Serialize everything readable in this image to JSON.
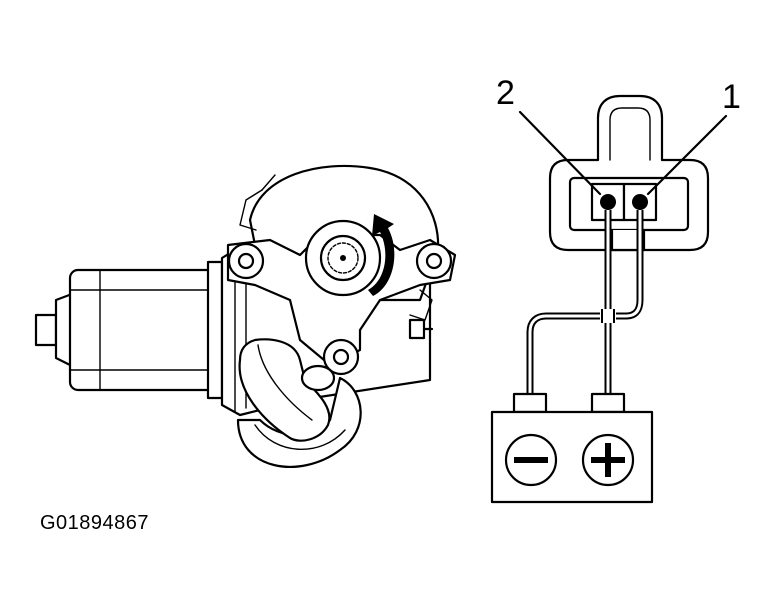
{
  "figure": {
    "id": "G01894867"
  },
  "connector": {
    "pins": [
      {
        "label": "2"
      },
      {
        "label": "1"
      }
    ]
  },
  "battery": {
    "terminals": [
      {
        "symbol": "−",
        "polarity": "negative"
      },
      {
        "symbol": "+",
        "polarity": "positive"
      }
    ]
  },
  "motor": {
    "rotation": "counterclockwise-arrow"
  }
}
